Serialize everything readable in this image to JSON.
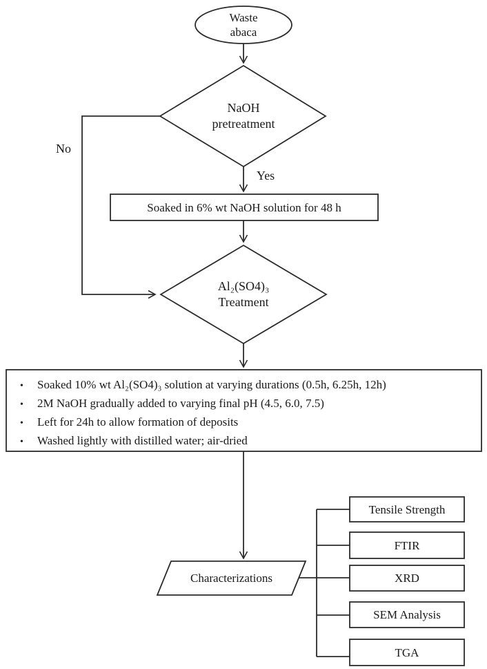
{
  "figure": {
    "nodes": {
      "start": "Waste abaca",
      "decision_pretreatment": "NaOH pretreatment",
      "process_soak": "Soaked in 6% wt NaOH solution  for 48 h",
      "decision_treatment": "Al₂(SO4)₃ Treatment",
      "characterizations": "Characterizations"
    },
    "edges": {
      "no_label": "No",
      "yes_label": "Yes"
    },
    "bullet_char": "•",
    "treatment_steps": [
      "Soaked 10% wt Al₂(SO4)₃ solution  at varying durations  (0.5h, 6.25h, 12h)",
      "2M NaOH gradually  added  to varying final pH (4.5, 6.0, 7.5)",
      "Left for 24h to allow  formation  of deposits",
      "Washed  lightly  with  distilled  water; air-dried"
    ],
    "outputs": [
      "Tensile  Strength",
      "FTIR",
      "XRD",
      "SEM Analysis",
      "TGA"
    ],
    "colors": {
      "line": "#2b2b2b",
      "text": "#1a1a1a",
      "background": "#ffffff"
    }
  }
}
